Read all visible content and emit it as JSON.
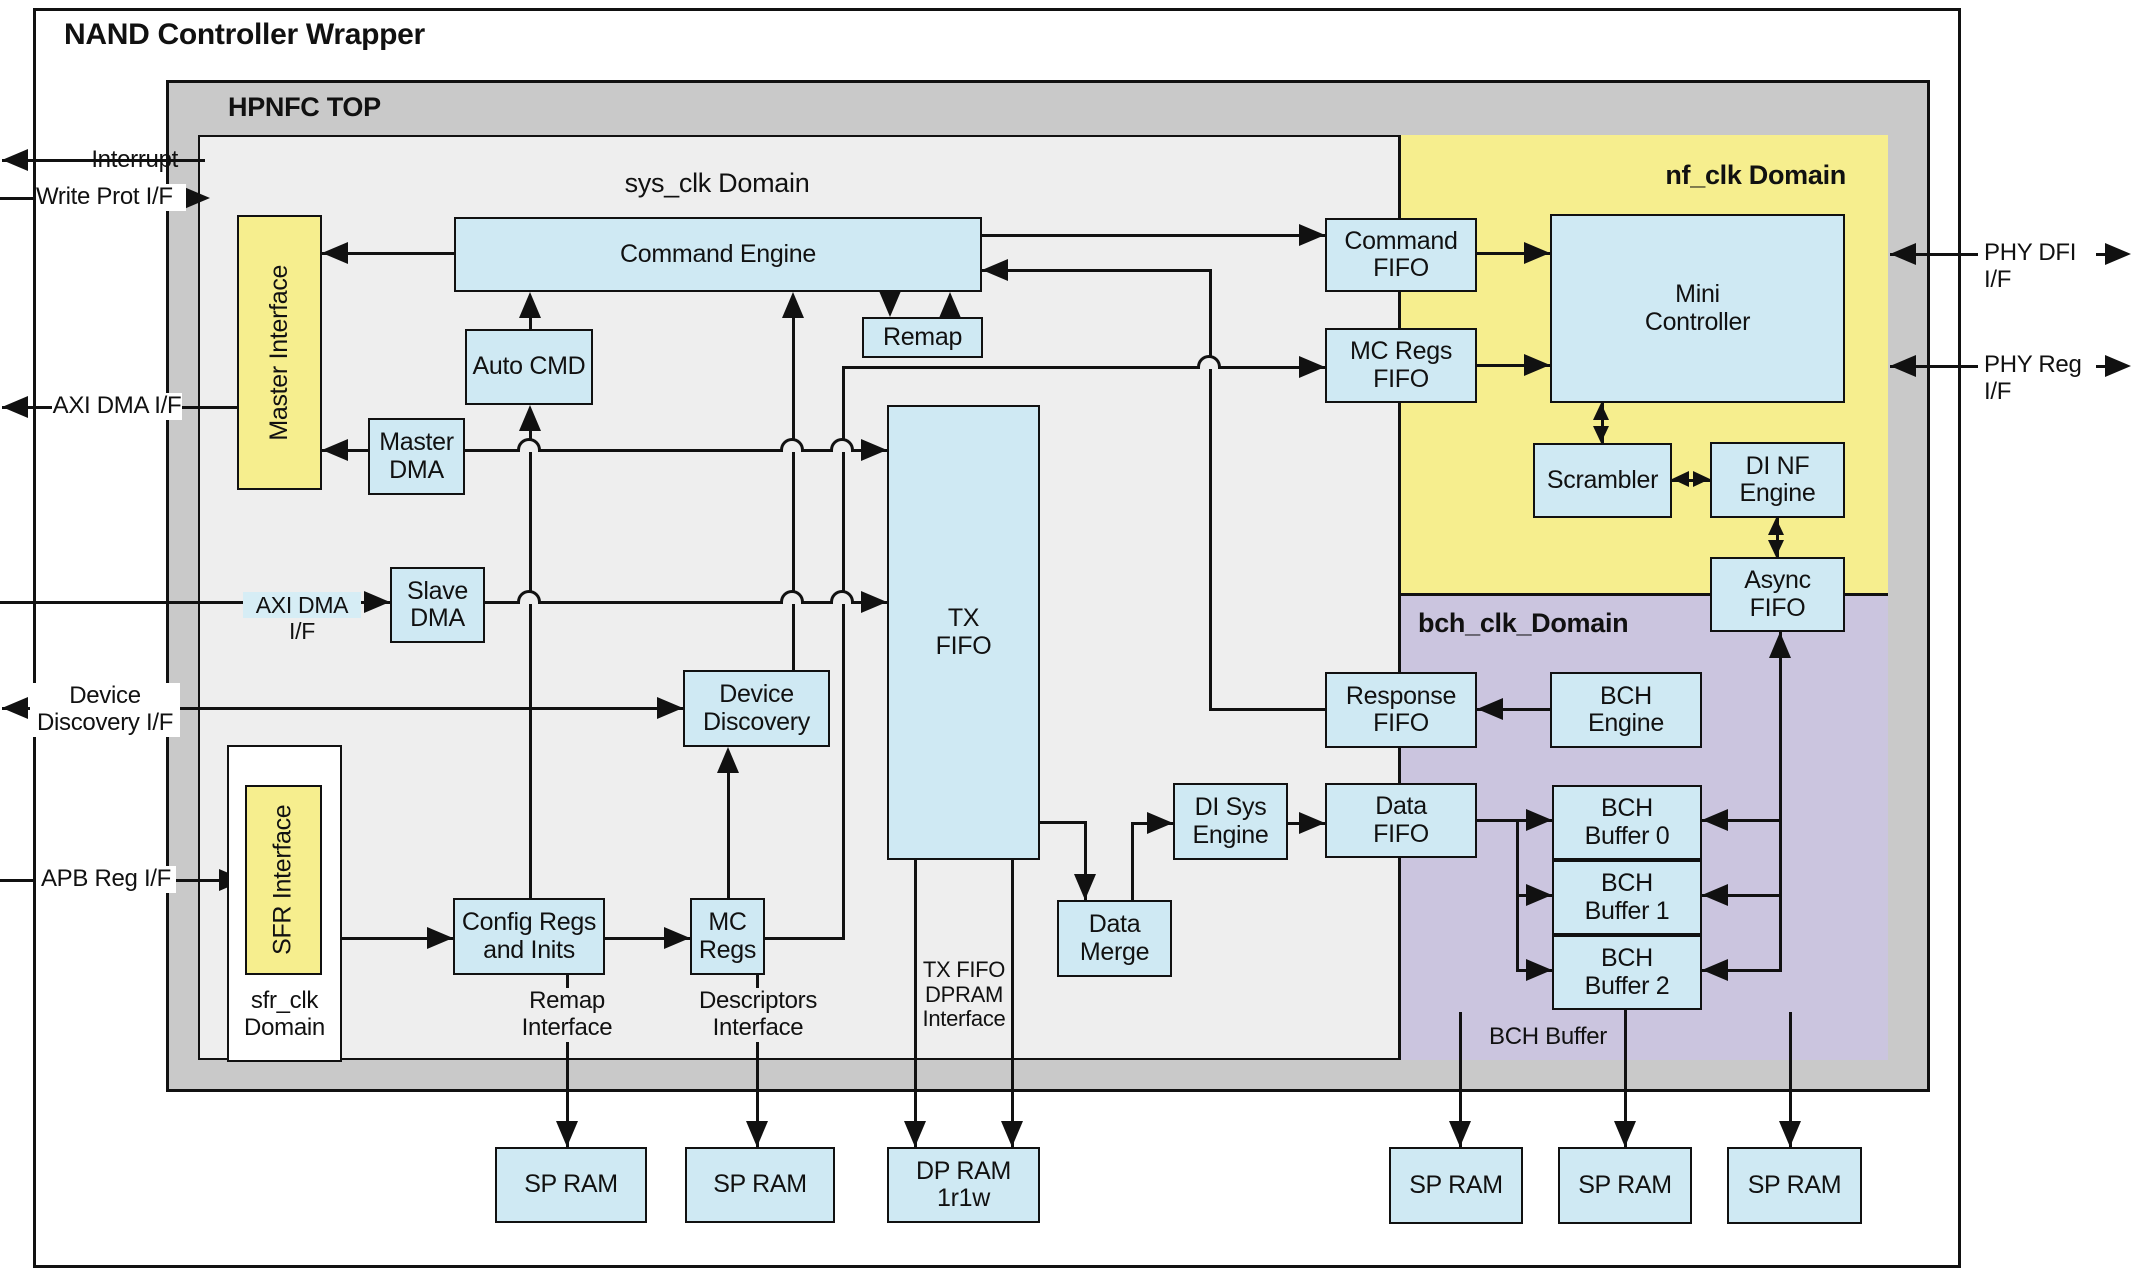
{
  "wrapper": {
    "title": "NAND Controller Wrapper"
  },
  "hpnfc": {
    "title": "HPNFC TOP"
  },
  "domains": {
    "sys": "sys_clk Domain",
    "nf": "nf_clk Domain",
    "bch": "bch_clk_Domain",
    "sfr": [
      "sfr_clk",
      "Domain"
    ],
    "bch_buffer_area": "BCH Buffer"
  },
  "blocks": {
    "master_interface": "Master Interface",
    "sfr_interface": "SFR Interface",
    "command_engine": "Command Engine",
    "remap": "Remap",
    "auto_cmd": "Auto CMD",
    "master_dma": [
      "Master",
      "DMA"
    ],
    "slave_dma": [
      "Slave",
      "DMA"
    ],
    "device_discovery": [
      "Device",
      "Discovery"
    ],
    "config_regs": [
      "Config Regs",
      "and Inits"
    ],
    "mc_regs": [
      "MC",
      "Regs"
    ],
    "tx_fifo": [
      "TX",
      "FIFO"
    ],
    "data_merge": [
      "Data",
      "Merge"
    ],
    "di_sys_engine": [
      "DI Sys",
      "Engine"
    ],
    "command_fifo": [
      "Command",
      "FIFO"
    ],
    "mc_regs_fifo": [
      "MC Regs",
      "FIFO"
    ],
    "response_fifo": [
      "Response",
      "FIFO"
    ],
    "data_fifo": [
      "Data",
      "FIFO"
    ],
    "mini_controller": [
      "Mini",
      "Controller"
    ],
    "scrambler": "Scrambler",
    "di_nf_engine": [
      "DI NF",
      "Engine"
    ],
    "async_fifo": [
      "Async",
      "FIFO"
    ],
    "bch_engine": [
      "BCH",
      "Engine"
    ],
    "bch_buffer_0": [
      "BCH",
      "Buffer 0"
    ],
    "bch_buffer_1": [
      "BCH",
      "Buffer 1"
    ],
    "bch_buffer_2": [
      "BCH",
      "Buffer 2"
    ],
    "sp_ram": "SP RAM",
    "dp_ram": [
      "DP RAM",
      "1r1w"
    ]
  },
  "iface_labels": {
    "axi_dma_inner": "AXI DMA I/F",
    "remap": [
      "Remap",
      "Interface"
    ],
    "descriptors": [
      "Descriptors",
      "Interface"
    ],
    "tx_dpram": [
      "TX FIFO",
      "DPRAM",
      "Interface"
    ]
  },
  "external": {
    "interrupt": "Interrupt",
    "write_prot": "Write Prot I/F",
    "axi_dma": "AXI DMA I/F",
    "device_discovery": [
      "Device",
      "Discovery I/F"
    ],
    "apb_reg": "APB Reg I/F",
    "phy_dfi": "PHY DFI I/F",
    "phy_reg": "PHY Reg I/F"
  },
  "colors": {
    "block_fill": "#cfe9f3",
    "interface_yellow": "#f6ee8e",
    "domain_nf": "#f6ee8e",
    "domain_bch": "#cbc5df",
    "hpnfc_fill": "#c9c9c9",
    "inner_fill": "#eeeeee",
    "line": "#111111"
  }
}
